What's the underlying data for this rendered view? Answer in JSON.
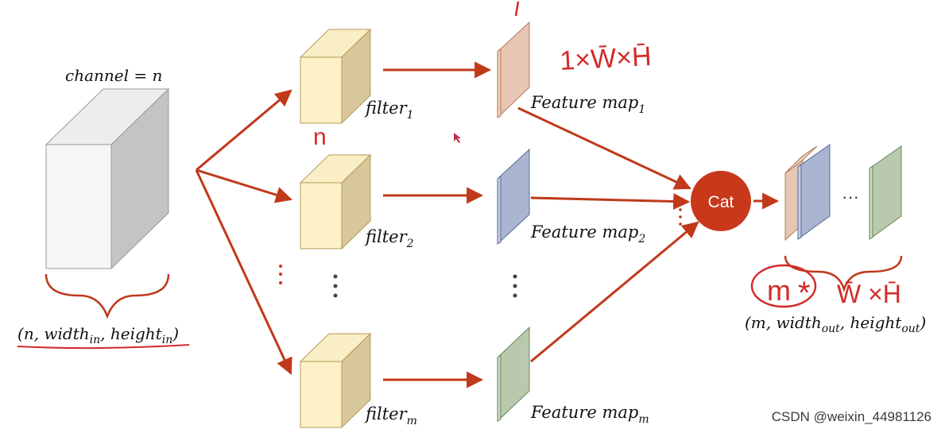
{
  "input_block": {
    "channel_label": "channel = n",
    "dims_label": {
      "open": "(",
      "n": "n",
      "sep1": ", width",
      "sub1": "in",
      "sep2": ", height",
      "sub2": "in",
      "close": ")"
    }
  },
  "filters": [
    {
      "base": "filter",
      "sub": "1"
    },
    {
      "base": "filter",
      "sub": "2"
    },
    {
      "base": "filter",
      "sub": "m"
    }
  ],
  "feature_maps": [
    {
      "base": "Feature map",
      "sub": "1"
    },
    {
      "base": "Feature map",
      "sub": "2"
    },
    {
      "base": "Feature map",
      "sub": "m"
    }
  ],
  "cat_label": "Cat",
  "output_block": {
    "ellipsis": "···",
    "dims_label": {
      "open": "(m, width",
      "sub1": "out",
      "sep": ", height",
      "sub2": "out",
      "close": ")"
    }
  },
  "handwriting": {
    "filter_depth": "n",
    "feature_map_dims": "1×W̄×H̄",
    "output_m": "m",
    "output_star": "*",
    "output_dims": "W̄ ×H̄"
  },
  "watermark": "CSDN @weixin_44981126",
  "colors": {
    "accent_red": "#c0391b",
    "ink_red": "#d42a2a",
    "filter_fill": "#fdf1c8",
    "map1": "#d8b7a6",
    "map2": "#a9b5d1",
    "mapm": "#b8c9ad"
  }
}
